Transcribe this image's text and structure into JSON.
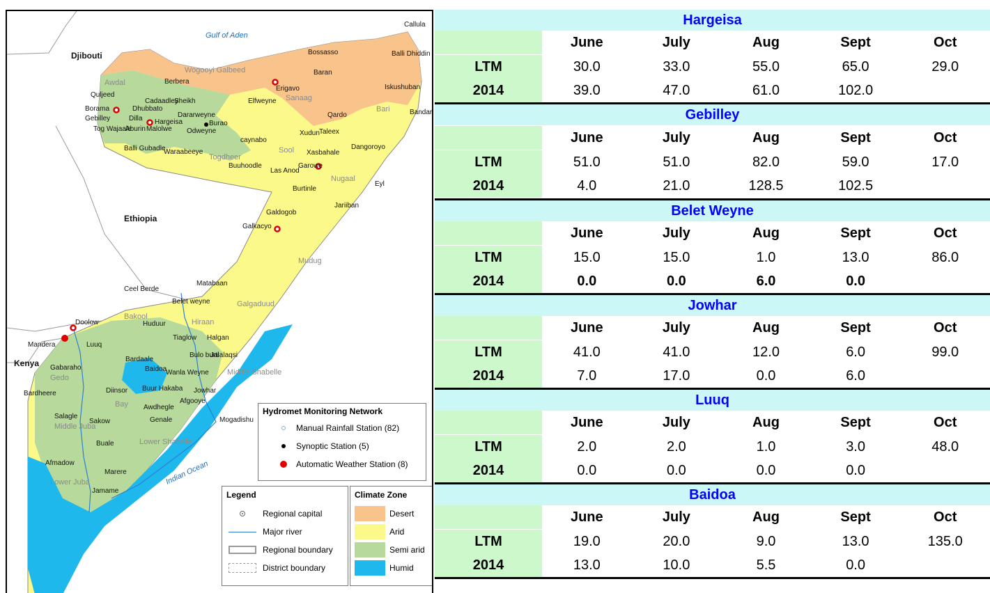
{
  "map": {
    "labels": {
      "djibouti": "Djibouti",
      "gulf_of_aden": "Gulf of Aden",
      "callula": "Callula",
      "bossasso": "Bossasso",
      "balli_dhiddin": "Balli Dhiddin",
      "baran": "Baran",
      "iskushuban": "Iskushuban",
      "bandar_beyla": "Bandar Beyla",
      "bari": "Bari",
      "wogooyi_galbeed": "Wogooyi Galbeed",
      "awdal": "Awdal",
      "berbera": "Berbera",
      "erigavo": "Erigavo",
      "elfweyne": "Elfweyne",
      "sanaag": "Sanaag",
      "quljeed": "Quljeed",
      "borama": "Borama",
      "gebilley": "Gebilley",
      "tog_wajaale": "Tog Wajaale",
      "cadaadley": "Cadaadley",
      "dhubbato": "Dhubbato",
      "sheikh": "Sheikh",
      "dilla": "Dilla",
      "hargeisa": "Hargeisa",
      "dararweyne": "Dararweyne",
      "burao": "Burao",
      "qardo": "Qardo",
      "aburin": "Aburin",
      "malolwe": "Malolwe",
      "odweyne": "Odweyne",
      "caynabo": "caynabo",
      "xudun": "Xudun",
      "taleex": "Taleex",
      "balli_gubadle": "Balli Gubadle",
      "waraabeeye": "Waraabeeye",
      "sool": "Sool",
      "xasbahale": "Xasbahale",
      "dangoroyo": "Dangoroyo",
      "togdheer": "Togdheer",
      "buuhoodle": "Buuhoodle",
      "las_anod": "Las Anod",
      "garowe": "Garowe",
      "nugaal": "Nugaal",
      "eyl": "Eyl",
      "burtinle": "Burtinle",
      "jariiban": "Jariiban",
      "galdogob": "Galdogob",
      "ethiopia": "Ethiopia",
      "galkacyo": "Galkacyo",
      "mudug": "Mudug",
      "matabaan": "Matabaan",
      "ceel_berde": "Ceel Berde",
      "belet_weyne": "Belet weyne",
      "galgaduud": "Galgaduud",
      "bakool": "Bakool",
      "huduur": "Huduur",
      "hiraan": "Hiraan",
      "doolow": "Doolow",
      "mandera": "Mandera",
      "luuq": "Luuq",
      "tiaglow": "Tiaglow",
      "halgan": "Halgan",
      "kenya": "Kenya",
      "bardaale": "Bardaale",
      "bulo_burti": "Bulo burti",
      "jalalaqsi": "Jalalaqsi",
      "gabaraho": "Gabaraho",
      "baidoa": "Baidoa",
      "wanla_weyne": "Wanla Weyne",
      "gedo": "Gedo",
      "middle_shabelle": "Middle Shabelle",
      "bardheere": "Bardheere",
      "diinsor": "Diinsor",
      "buur_hakaba": "Buur Hakaba",
      "jowhar": "Jowhar",
      "bay": "Bay",
      "afgooye": "Afgooye",
      "awdhegle": "Awdhegle",
      "salagle": "Salagle",
      "sakow": "Sakow",
      "genale": "Genale",
      "mogadishu": "Mogadishu",
      "middle_juba": "Middle Juba",
      "buale": "Buale",
      "lower_shabelle": "Lower Shabelle",
      "afmadow": "Afmadow",
      "marere": "Marere",
      "indian_ocean": "Indian Ocean",
      "lower_juba": "Lower Juba",
      "jamame": "Jamame"
    },
    "hydromet": {
      "title": "Hydromet Monitoring Network",
      "items": [
        "Manual Rainfall Station (82)",
        "Synoptic Station (5)",
        "Automatic Weather Station (8)"
      ]
    },
    "legend": {
      "title": "Legend",
      "items": [
        "Regional capital",
        "Major river",
        "Regional boundary",
        "District boundary"
      ]
    },
    "climate": {
      "title": "Climate Zone",
      "items": [
        {
          "label": "Desert",
          "color": "#f8c48c"
        },
        {
          "label": "Arid",
          "color": "#fbf98a"
        },
        {
          "label": "Semi arid",
          "color": "#b7d99b"
        },
        {
          "label": "Humid",
          "color": "#1fb8ec"
        }
      ]
    }
  },
  "table": {
    "months": [
      "June",
      "July",
      "Aug",
      "Sept",
      "Oct"
    ],
    "row_labels": [
      "LTM",
      "2014"
    ],
    "stations": [
      {
        "name": "Hargeisa",
        "ltm": [
          "30.0",
          "33.0",
          "55.0",
          "65.0",
          "29.0"
        ],
        "y2014": [
          "39.0",
          "47.0",
          "61.0",
          "102.0",
          ""
        ]
      },
      {
        "name": "Gebilley",
        "ltm": [
          "51.0",
          "51.0",
          "82.0",
          "59.0",
          "17.0"
        ],
        "y2014": [
          "4.0",
          "21.0",
          "128.5",
          "102.5",
          ""
        ]
      },
      {
        "name": "Belet Weyne",
        "ltm": [
          "15.0",
          "15.0",
          "1.0",
          "13.0",
          "86.0"
        ],
        "y2014": [
          "0.0",
          "0.0",
          "6.0",
          "0.0",
          ""
        ]
      },
      {
        "name": "Jowhar",
        "ltm": [
          "41.0",
          "41.0",
          "12.0",
          "6.0",
          "99.0"
        ],
        "y2014": [
          "7.0",
          "17.0",
          "0.0",
          "6.0",
          ""
        ]
      },
      {
        "name": "Luuq",
        "ltm": [
          "2.0",
          "2.0",
          "1.0",
          "3.0",
          "48.0"
        ],
        "y2014": [
          "0.0",
          "0.0",
          "0.0",
          "0.0",
          ""
        ]
      },
      {
        "name": "Baidoa",
        "ltm": [
          "19.0",
          "20.0",
          "9.0",
          "13.0",
          "135.0"
        ],
        "y2014": [
          "13.0",
          "10.0",
          "5.5",
          "0.0",
          ""
        ]
      }
    ]
  }
}
